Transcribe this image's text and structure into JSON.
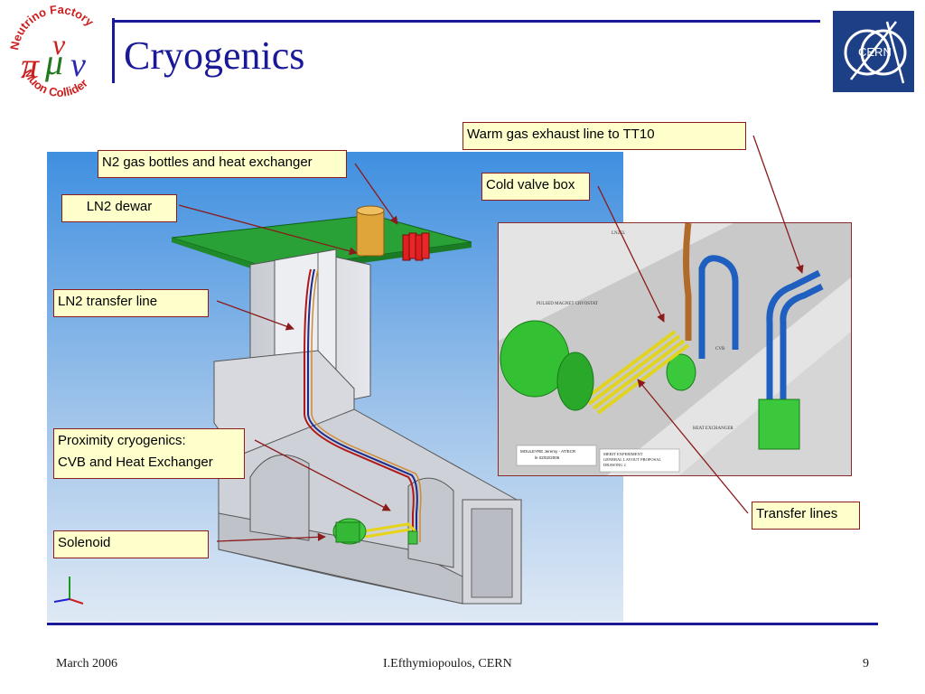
{
  "title": "Cryogenics",
  "logo": {
    "text_top": "Neutrino Factory",
    "text_bottom": "Muon Collider",
    "symbols": "π μ ν"
  },
  "cern_logo": {
    "text": "CERN"
  },
  "callouts": {
    "warm_gas": "Warm gas exhaust line to TT10",
    "n2_gas": "N2 gas bottles and heat exchanger",
    "cold_valve": "Cold valve box",
    "ln2_dewar": "LN2 dewar",
    "ln2_transfer": "LN2 transfer line",
    "proximity_line1": "Proximity cryogenics:",
    "proximity_line2": "CVB and Heat Exchanger",
    "transfer_lines": "Transfer lines",
    "solenoid": "Solenoid"
  },
  "inset_labels": {
    "lnel": "LN2EL",
    "pulsed_magnet": "PULSED MAGNET CRYOSTAT",
    "cvb": "CVB",
    "heat_exchanger": "HEAT EXCHANGER",
    "author_line1": "MOULEYRE Jeremy - AT/ECR",
    "author_line2": "le 02/02/2006",
    "drawing_line1": "MERIT EXPERIMENT",
    "drawing_line2": "GENERAL LAYOUT PROPOSAL",
    "drawing_line3": "DRAWING 2"
  },
  "footer": {
    "date": "March 2006",
    "author": "I.Efthymiopoulos, CERN",
    "page": "9"
  },
  "colors": {
    "accent": "#1a1a99",
    "callout_bg": "#ffffcc",
    "callout_border": "#8a1c1c",
    "arrow": "#8b1a1a"
  }
}
